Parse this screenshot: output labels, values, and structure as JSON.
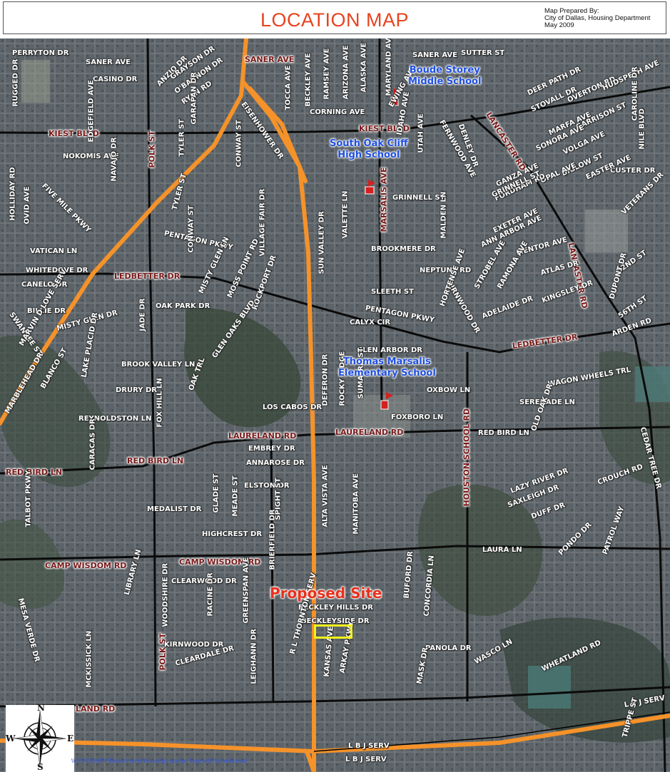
{
  "header": {
    "title": "LOCATION MAP",
    "prepared_by": [
      "Map Prepared By:",
      "City of Dallas, Housing Department",
      "May 2009"
    ]
  },
  "colors": {
    "title": "#e8431f",
    "highway": "#f5922a",
    "major_road_label": "#7a1a1a",
    "school_label": "#1f4fe0",
    "proposed_site": "#e8301c",
    "site_box": "#f2f21a"
  },
  "schools": {
    "boude_storey": "Boude Storey\nMiddle School",
    "south_oak_cliff": "South Oak Cliff\nHigh School",
    "thomas_marsalis": "Thomas Marsalis\nElementary School"
  },
  "proposed_site": "Proposed Site",
  "major_roads": {
    "saner": "SANER AVE",
    "kiest_w": "KIEST BLVD",
    "kiest_e": "KIEST BLVD",
    "polk_n": "POLK ST",
    "polk_s": "POLK ST",
    "ledbetter_w": "LEDBETTER DR",
    "ledbetter_e": "LEDBETTER DR",
    "laureland_w": "LAURELAND RD",
    "laureland_e": "LAURELAND RD",
    "red_bird_ln": "RED BIRD LN",
    "red_bird_ln_w": "RED BIRD LN",
    "camp_wisdom_w": "CAMP WISDOM RD",
    "camp_wisdom_e": "CAMP WISDOM RD",
    "marsalis": "MARSALIS AVE",
    "lancaster_n": "LANCASTER RD",
    "lancaster_s": "LANCASTER RD",
    "houston_school": "HOUSTON SCHOOL RD",
    "land_rd": "LAND RD"
  },
  "streets": {
    "perryton": "PERRYTON DR",
    "saner_ave_2": "SANER AVE",
    "sutter": "SUTTER ST",
    "casino": "CASINO DR",
    "rugged": "RUGGED DR",
    "anzio": "ANZIO DR",
    "grayson": "GRAYSON DR",
    "obannon": "O'BANNON DR",
    "ryan": "RYAN RD",
    "garapan": "GARAPAN DR",
    "eisenhower": "EISENHOWER DR",
    "tocca": "TOCCA AVE",
    "beckley_ave": "BECKLEY AVE",
    "ramsey": "RAMSEY AVE",
    "arizona": "ARIZONA AVE",
    "alaska": "ALASKA AVE",
    "maryland": "MARYLAND AVE",
    "ewing": "EWING AVE",
    "deer_path": "DEER PATH DR",
    "stovall": "STOVALL DR",
    "overton": "OVERTON RD",
    "hudspeth": "HUDSPETH AVE",
    "corning": "CORNING AVE",
    "edgefield": "EDGEFIELD AVE",
    "nokomis": "NOKOMIS AVE",
    "navajo": "NAVAJO DR",
    "tyler_n": "TYLER ST",
    "conway_n": "CONWAY ST",
    "fernwood": "FERNWOOD AVE",
    "denley_n": "DENLEY DR",
    "idaho": "IDAHO AVE",
    "utah": "UTAH AVE",
    "marfa": "MARFA AVE",
    "garrison": "GARRISON ST",
    "caroline": "CAROLINE DR",
    "nile": "NILE BLVD",
    "sonora": "SONORA AVE",
    "volga": "VOLGA AVE",
    "custer": "CUSTER DR",
    "easter": "EASTER AVE",
    "bigelow": "BIGLOW ST",
    "opal": "OPAL AVE",
    "ganza": "GANZA AVE",
    "fordham": "FORDHAM RD",
    "grinnell": "GRINNELL ST",
    "grinnell_2": "GRINNELL ST",
    "veterans": "VETERANS DR",
    "holliday": "HOLLIDAY RD",
    "ovid": "OVID AVE",
    "five_mile": "FIVE MILE PKWY",
    "vatican": "VATICAN LN",
    "pentagon_w": "PENTAGON PKWY",
    "tyler_s": "TYLER ST",
    "village_fair": "VILLAGE FAIR DR",
    "sun_valley": "SUN VALLEY DR",
    "valette": "VALETTE LN",
    "malden": "MALDEN LN",
    "brookmere": "BROOKMERE DR",
    "exeter": "EXETER AVE",
    "ann_arbor": "ANN ARBOR AVE",
    "mentor": "MENTOR AVE",
    "whitedove": "WHITEDOVE DR",
    "conway_s": "CONWAY ST",
    "neptune": "NEPTUNE RD",
    "stroebel": "STROBEL AVE",
    "ramona": "RAMONA AVE",
    "atlas": "ATLAS DR",
    "st_52nd": "52ND ST",
    "canelo": "CANELO DR",
    "sleeth": "SLEETH ST",
    "kirnwood_n": "KIRNWOOD DR",
    "swansee": "SWANSEE ST",
    "oak_park": "OAK PARK DR",
    "misty_glen_ln": "MISTY GLEN LN",
    "moss_point": "MOSS POINT RD",
    "rockport": "ROCKPORT DR",
    "pentagon_e": "PENTAGON PKWY",
    "hortense": "HORTENSE AVE",
    "adelaide": "ADELAIDE DR",
    "kingsley": "KINGSLEY DR",
    "dupont": "DUPONT DR",
    "st_56th": "56TH ST",
    "billie": "BILLIE DR",
    "misty_glen_dr": "MISTY GLEN DR",
    "calyx": "CALYX CIR",
    "ardenr": "ARDEN RD",
    "glen_arbor": "GLEN ARBOR DR",
    "brook_valley": "BROOK VALLEY LN",
    "glen_oaks": "GLEN OAKS BLVD",
    "drury": "DRURY DR",
    "jade": "JADE DR",
    "oak_trl": "OAK TRL",
    "fox_hill": "FOX HILL LN",
    "lake_placid": "LAKE PLACID DR",
    "marvin_love": "MARVIN D LOVE SERV",
    "marblehead": "MARBLEHEAD DR",
    "blanco": "BLANCO ST",
    "reynoldston": "REYNOLDSTON LN",
    "los_cabos": "LOS CABOS DR",
    "deferon": "DEFERON DR",
    "rocky_ridge": "ROCKY RIDGE",
    "sumatra": "SUMATRA ST",
    "oxbow": "OXBOW LN",
    "foxboro": "FOXBORO LN",
    "wagon_wheels": "WAGON WHEELS TRL",
    "serenade": "SERENADE LN",
    "red_bird_ln_e": "RED BIRD LN",
    "old_oak": "OLD OAK DR",
    "embrey": "EMBREY DR",
    "annarose": "ANNAROSE DR",
    "lazy_river": "LAZY RIVER DR",
    "crouch": "CROUCH RD",
    "cedar_tree": "CEDAR TREE DR",
    "elston": "ELSTON DR",
    "carcas": "CARACAS DR",
    "talbot": "TALBOT PKWY",
    "medalist": "MEDALIST DR",
    "glade": "GLADE ST",
    "meade": "MEADE ST",
    "spight": "SPIGHT ST",
    "saxleigh": "SAXLEIGH DR",
    "duff": "DUFF DR",
    "alta_vista": "ALTA VISTA AVE",
    "manitoba": "MANITOBA AVE",
    "highcrest": "HIGHCREST DR",
    "brierfield": "BRIERFIELD DR",
    "laura": "LAURA LN",
    "poindo": "PONDO DR",
    "patrol_way": "PATROL WAY",
    "clearwood": "CLEARWOOD DR",
    "mesa_verde": "MESA VERDE DR",
    "library": "LIBRARY LN",
    "buford": "BUFORD DR",
    "concordia": "CONCORDIA LN",
    "wooshire": "WOODSHIRE DR",
    "racine": "RACINE DR",
    "greenspan": "GREENSPAN AVE",
    "beckley_hills": "BECKLEY HILLS DR",
    "beckleyside": "BECKLEYSIDE DR",
    "kirnwood_s": "KIRNWOOD DR",
    "panola": "PANOLA DR",
    "wasco": "WASCO LN",
    "wheatland": "WHEATLAND RD",
    "cleardale": "CLEARDALE DR",
    "thornton": "R L THORNTON SERV",
    "rinsas": "KANSAS AVE",
    "arkay": "ARKAY PKWY",
    "mask": "MASK DR",
    "moxscker": "MCKISSICK LN",
    "leighann": "LEIGHANN DR",
    "lbj_e": "L B J SERV",
    "tripp": "TRIPPE ST",
    "lbj_s1": "L B J SERV",
    "lbj_s2": "L B J SERV"
  },
  "compass": {
    "n": "N",
    "s": "S",
    "e": "E",
    "w": "W"
  },
  "footer_path": "\\\\GIS\\GIS\\WIP\\Departments\\Housing\\Location Map with Schools.mxd"
}
